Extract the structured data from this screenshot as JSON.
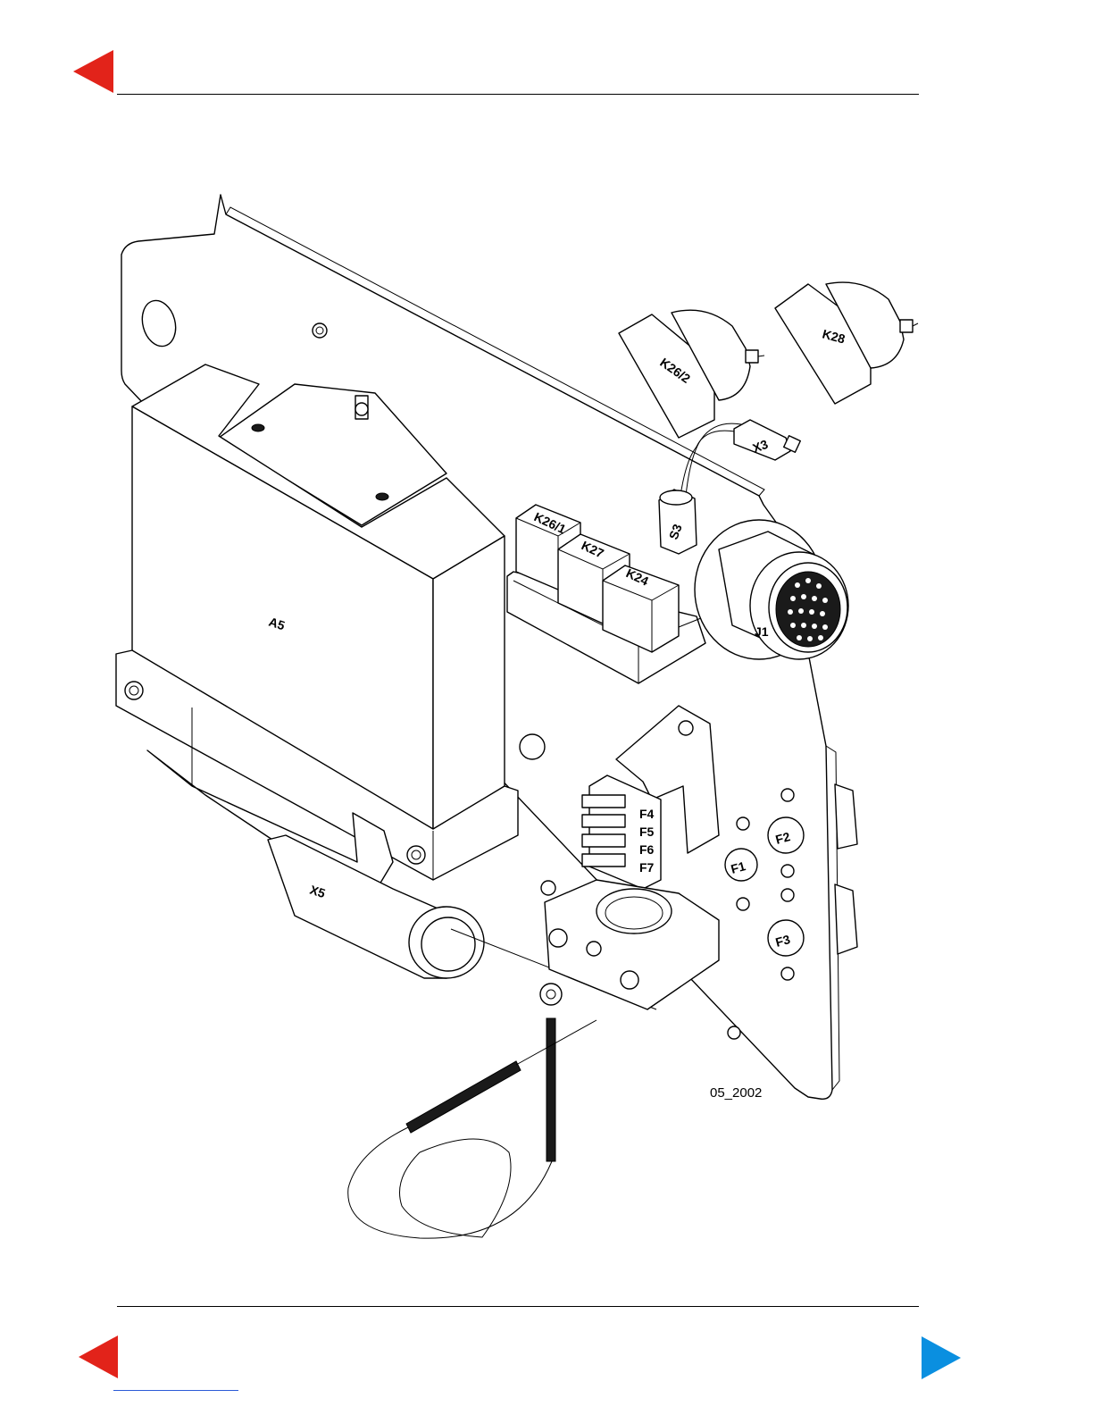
{
  "navigation": {
    "top_back_icon": "red-left-triangle",
    "bottom_back_icon": "red-left-triangle",
    "bottom_forward_icon": "blue-right-triangle",
    "colors": {
      "back": "#e2231a",
      "forward": "#0a8fe0",
      "link_line": "#2b5bd7"
    }
  },
  "figure": {
    "reference": "05_2002",
    "labels": {
      "a5": "A5",
      "x5": "X5",
      "k26_1": "K26/1",
      "k27": "K27",
      "k24": "K24",
      "k26_2": "K26/2",
      "k28": "K28",
      "x3": "X3",
      "s3": "S3",
      "j1": "J1",
      "f1": "F1",
      "f2": "F2",
      "f3": "F3",
      "f4": "F4",
      "f5": "F5",
      "f6": "F6",
      "f7": "F7"
    }
  }
}
